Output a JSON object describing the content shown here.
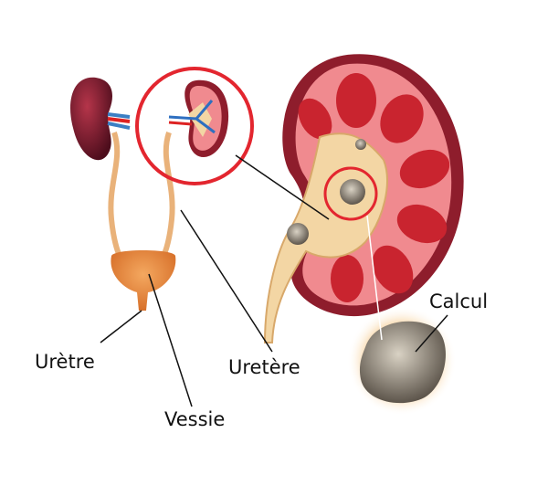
{
  "labels": {
    "urethra": "Urètre",
    "bladder": "Vessie",
    "ureter": "Uretère",
    "stone": "Calcul"
  },
  "colors": {
    "highlight_ring": "#e3262f",
    "kidney_outer": "#8e1d2c",
    "kidney_cortex": "#f08a8f",
    "medulla": "#c9242f",
    "pelvis": "#f3d6a4",
    "bladder": "#e98a3f",
    "stone": "#8d8377"
  }
}
